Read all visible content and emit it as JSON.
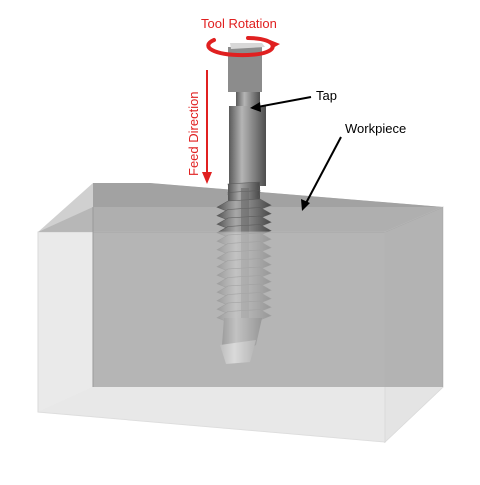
{
  "labels": {
    "tool_rotation": "Tool Rotation",
    "feed_direction": "Feed Direction",
    "tap": "Tap",
    "workpiece": "Workpiece"
  },
  "colors": {
    "annotation_red": "#e02020",
    "label_black": "#000000",
    "block_dark_face": "#8a8a8a",
    "block_light_face": "#cfcfcf",
    "tap_metal": "#7a7a7a"
  },
  "icons": {
    "rotation": "curved-rotation-arrow-icon",
    "feed": "down-arrow-icon"
  }
}
